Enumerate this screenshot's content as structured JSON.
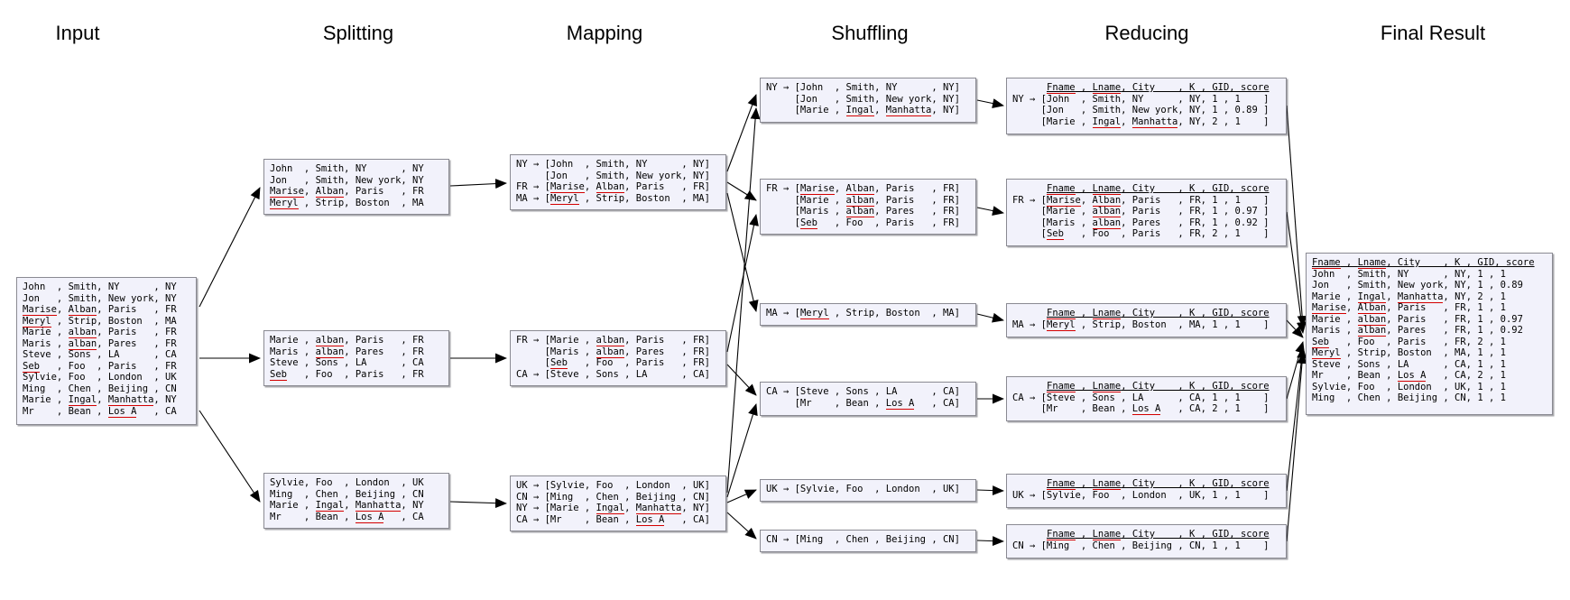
{
  "titles": [
    "Input",
    "Splitting",
    "Mapping",
    "Shuffling",
    "Reducing",
    "Final Result"
  ],
  "colors": {
    "box_bg": "#f2f2fb",
    "box_border": "#8a8a92",
    "spell_underline": "#d40000",
    "text": "#000000"
  },
  "spellcheck_words": [
    "Marise",
    "Manhatta",
    "Ingal",
    "Alban",
    "alban",
    "Meryl",
    "Seb",
    "Los A",
    "Fname",
    "Lname"
  ],
  "input": {
    "lines": [
      "John  , Smith, NY      , NY",
      "Jon   , Smith, New york, NY",
      "Marise, Alban, Paris   , FR",
      "Meryl , Strip, Boston  , MA",
      "Marie , alban, Paris   , FR",
      "Maris , alban, Pares   , FR",
      "Steve , Sons , LA      , CA",
      "Seb   , Foo  , Paris   , FR",
      "Sylvie, Foo  , London  , UK",
      "Ming  , Chen , Beijing , CN",
      "Marie , Ingal, Manhatta, NY",
      "Mr    , Bean , Los A   , CA"
    ]
  },
  "splitting": [
    {
      "lines": [
        "John  , Smith, NY      , NY",
        "Jon   , Smith, New york, NY",
        "Marise, Alban, Paris   , FR",
        "Meryl , Strip, Boston  , MA"
      ]
    },
    {
      "lines": [
        "Marie , alban, Paris   , FR",
        "Maris , alban, Pares   , FR",
        "Steve , Sons , LA      , CA",
        "Seb   , Foo  , Paris   , FR"
      ]
    },
    {
      "lines": [
        "Sylvie, Foo  , London  , UK",
        "Ming  , Chen , Beijing , CN",
        "Marie , Ingal, Manhatta, NY",
        "Mr    , Bean , Los A   , CA"
      ]
    }
  ],
  "mapping": [
    {
      "lines": [
        "NY → [John  , Smith, NY      , NY]",
        "     [Jon   , Smith, New york, NY]",
        "FR → [Marise, Alban, Paris   , FR]",
        "MA → [Meryl , Strip, Boston  , MA]"
      ]
    },
    {
      "lines": [
        "FR → [Marie , alban, Paris   , FR]",
        "     [Maris , alban, Pares   , FR]",
        "     [Seb   , Foo  , Paris   , FR]",
        "CA → [Steve , Sons , LA      , CA]"
      ]
    },
    {
      "lines": [
        "UK → [Sylvie, Foo  , London  , UK]",
        "CN → [Ming  , Chen , Beijing , CN]",
        "NY → [Marie , Ingal, Manhatta, NY]",
        "CA → [Mr    , Bean , Los A   , CA]"
      ]
    }
  ],
  "shuffling": [
    {
      "key": "NY",
      "lines": [
        "NY → [John  , Smith, NY      , NY]",
        "     [Jon   , Smith, New york, NY]",
        "     [Marie , Ingal, Manhatta, NY]"
      ]
    },
    {
      "key": "FR",
      "lines": [
        "FR → [Marise, Alban, Paris   , FR]",
        "     [Marie , alban, Paris   , FR]",
        "     [Maris , alban, Pares   , FR]",
        "     [Seb   , Foo  , Paris   , FR]"
      ]
    },
    {
      "key": "MA",
      "lines": [
        "MA → [Meryl , Strip, Boston  , MA]"
      ]
    },
    {
      "key": "CA",
      "lines": [
        "CA → [Steve , Sons , LA      , CA]",
        "     [Mr    , Bean , Los A   , CA]"
      ]
    },
    {
      "key": "UK",
      "lines": [
        "UK → [Sylvie, Foo  , London  , UK]"
      ]
    },
    {
      "key": "CN",
      "lines": [
        "CN → [Ming  , Chen , Beijing , CN]"
      ]
    }
  ],
  "reducing": [
    {
      "key": "NY",
      "header": "Fname , Lname, City    , K , GID, score",
      "lines": [
        "NY → [John  , Smith, NY      , NY, 1 , 1    ]",
        "     [Jon   , Smith, New york, NY, 1 , 0.89 ]",
        "     [Marie , Ingal, Manhatta, NY, 2 , 1    ]"
      ]
    },
    {
      "key": "FR",
      "header": "Fname , Lname, City    , K , GID, score",
      "lines": [
        "FR → [Marise, Alban, Paris   , FR, 1 , 1    ]",
        "     [Marie , alban, Paris   , FR, 1 , 0.97 ]",
        "     [Maris , alban, Pares   , FR, 1 , 0.92 ]",
        "     [Seb   , Foo  , Paris   , FR, 2 , 1    ]"
      ]
    },
    {
      "key": "MA",
      "header": "Fname , Lname, City    , K , GID, score",
      "lines": [
        "MA → [Meryl , Strip, Boston  , MA, 1 , 1    ]"
      ]
    },
    {
      "key": "CA",
      "header": "Fname , Lname, City    , K , GID, score",
      "lines": [
        "CA → [Steve , Sons , LA      , CA, 1 , 1    ]",
        "     [Mr    , Bean , Los A   , CA, 2 , 1    ]"
      ]
    },
    {
      "key": "UK",
      "header": "Fname , Lname, City    , K , GID, score",
      "lines": [
        "UK → [Sylvie, Foo  , London  , UK, 1 , 1    ]"
      ]
    },
    {
      "key": "CN",
      "header": "Fname , Lname, City    , K , GID, score",
      "lines": [
        "CN → [Ming  , Chen , Beijing , CN, 1 , 1    ]"
      ]
    }
  ],
  "final_result": {
    "header": "Fname , Lname, City    , K , GID, score",
    "lines": [
      "John  , Smith, NY      , NY, 1 , 1",
      "Jon   , Smith, New york, NY, 1 , 0.89",
      "Marie , Ingal, Manhatta, NY, 2 , 1",
      "Marise, Alban, Paris   , FR, 1 , 1",
      "Marie , alban, Paris   , FR, 1 , 0.97",
      "Maris , alban, Pares   , FR, 1 , 0.92",
      "Seb   , Foo  , Paris   , FR, 2 , 1",
      "Meryl , Strip, Boston  , MA, 1 , 1",
      "Steve , Sons , LA      , CA, 1 , 1",
      "Mr    , Bean , Los A   , CA, 2 , 1",
      "Sylvie, Foo  , London  , UK, 1 , 1",
      "Ming  , Chen , Beijing , CN, 1 , 1"
    ]
  }
}
